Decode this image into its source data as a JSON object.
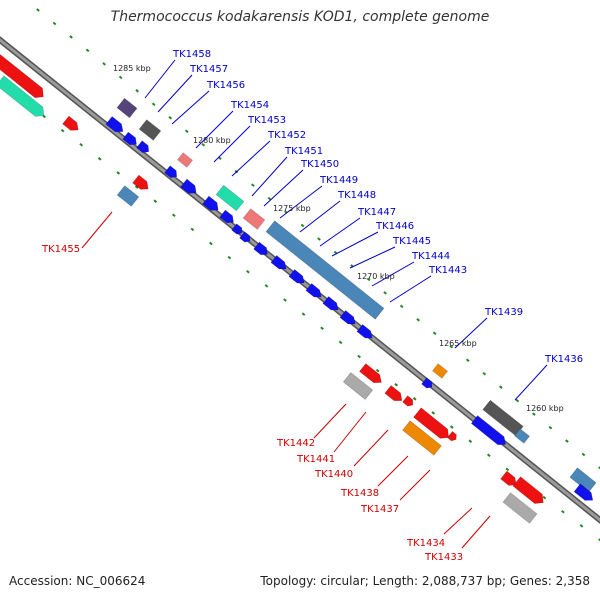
{
  "title": "Thermococcus kodakarensis KOD1, complete genome",
  "accession": "Accession: NC_006624",
  "summary": "Topology: circular; Length: 2,088,737 bp; Genes: 2,358",
  "kbp_labels": [
    "1285 kbp",
    "1280 kbp",
    "1275 kbp",
    "1270 kbp",
    "1265 kbp",
    "1260 kbp"
  ],
  "genes_plus": [
    "TK1458",
    "TK1457",
    "TK1456",
    "TK1454",
    "TK1453",
    "TK1452",
    "TK1451",
    "TK1450",
    "TK1449",
    "TK1448",
    "TK1447",
    "TK1446",
    "TK1445",
    "TK1444",
    "TK1443",
    "TK1439",
    "TK1436"
  ],
  "genes_minus": [
    "TK1455",
    "TK1442",
    "TK1441",
    "TK1440",
    "TK1438",
    "TK1437",
    "TK1434",
    "TK1433"
  ],
  "colors": {
    "plus_label": "#0000cc",
    "minus_label": "#cc0000",
    "backbone": "#888888",
    "tick": "#228822",
    "red": "#ee1111",
    "blue": "#1111ee",
    "steel": "#4a86b8",
    "teal": "#22ddaa",
    "gray": "#aaaaaa",
    "dark_gray": "#555555",
    "purple": "#55447a",
    "pink": "#ee7777",
    "orange": "#ee8800"
  }
}
